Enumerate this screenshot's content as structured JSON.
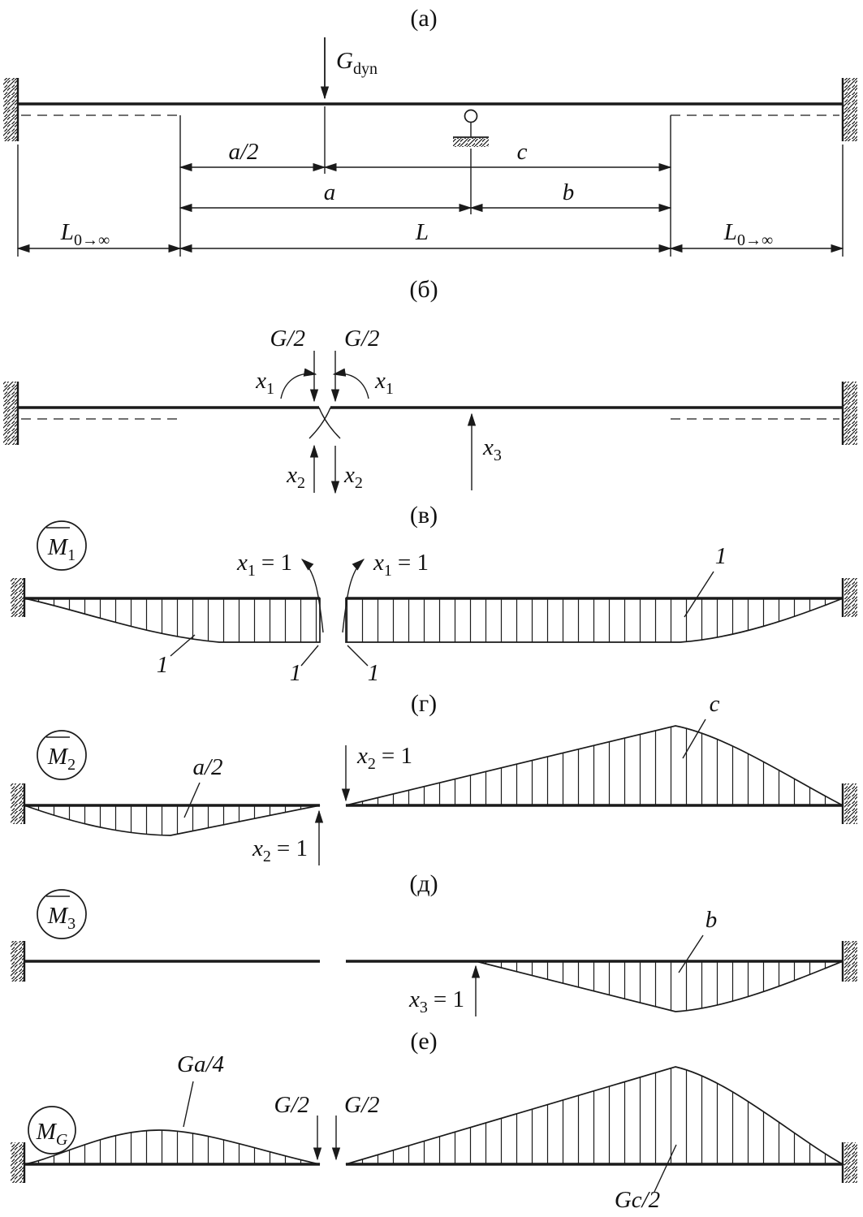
{
  "colors": {
    "ink": "#1a1a1a",
    "paper": "#ffffff"
  },
  "panels": {
    "a": {
      "label": "(а)",
      "load": {
        "base": "G",
        "sub": "dyn"
      },
      "dims": {
        "half_a": "a/2",
        "c": "c",
        "a": "a",
        "b": "b",
        "L": "L",
        "L0": {
          "base": "L",
          "sub": "0→∞"
        }
      }
    },
    "b": {
      "label": "(б)",
      "half_load": "G/2",
      "x1": {
        "base": "x",
        "sub": "1"
      },
      "x2": {
        "base": "x",
        "sub": "2"
      },
      "x3": {
        "base": "x",
        "sub": "3"
      }
    },
    "v": {
      "label": "(в)",
      "moment": {
        "base": "M",
        "sub": "1"
      },
      "unit_moment": {
        "base": "x",
        "sub": "1",
        "eq": "= 1"
      },
      "ordinate": "1"
    },
    "g": {
      "label": "(г)",
      "moment": {
        "base": "M",
        "sub": "2"
      },
      "unit_force": {
        "base": "x",
        "sub": "2",
        "eq": "= 1"
      },
      "ordinate_left": "a/2",
      "ordinate_right": "c"
    },
    "d": {
      "label": "(д)",
      "moment": {
        "base": "M",
        "sub": "3"
      },
      "unit_force": {
        "base": "x",
        "sub": "3",
        "eq": "= 1"
      },
      "ordinate": "b"
    },
    "e": {
      "label": "(е)",
      "moment": {
        "base": "M",
        "sub": "G"
      },
      "half_load": "G/2",
      "ordinate_left": "Ga/4",
      "ordinate_right": "Gc/2"
    }
  }
}
